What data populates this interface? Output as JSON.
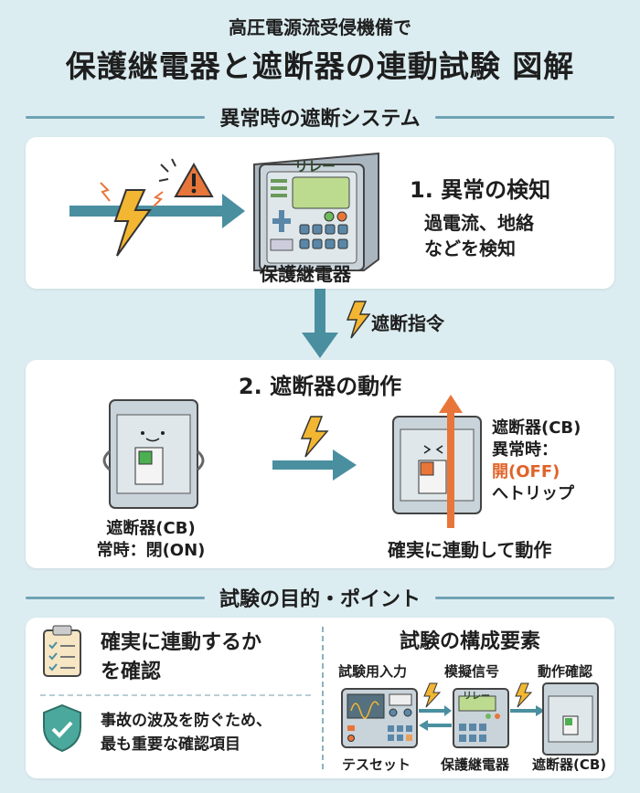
{
  "header": {
    "subtitle": "高圧電源流受侵機備で",
    "title": "保護継電器と遮断器の連動試験 図解"
  },
  "section1": {
    "title": "異常時の遮断システム",
    "relay_label": "保護継電器",
    "relay_screen": "リレー",
    "step1_title": "1. 異常の検知",
    "step1_desc_line1": "過電流、地絡",
    "step1_desc_line2": "などを検知",
    "command_label": "遮断指令",
    "step2_title": "2. 遮断器の動作",
    "cb_normal_line1": "遮断器(CB)",
    "cb_normal_line2": "常時：閉(ON)",
    "cb_trip_line1": "遮断器(CB)",
    "cb_trip_line2": "異常時：",
    "cb_trip_open": "開(OFF)",
    "cb_trip_line4": "へトリップ",
    "trip_caption": "確実に連動して動作"
  },
  "section2": {
    "title": "試験の目的・ポイント",
    "point1_line1": "確実に連動するか",
    "point1_line2": "を確認",
    "point2_line1": "事故の波及を防ぐため、",
    "point2_line2": "最も重要な確認項目",
    "components_title": "試験の構成要素",
    "comp": [
      {
        "top": "試験用入力",
        "bottom": "テスセット"
      },
      {
        "top": "模擬信号",
        "bottom": "保護継電器",
        "screen": "リレー"
      },
      {
        "top": "動作確認",
        "bottom": "遮断器(CB)"
      }
    ]
  },
  "colors": {
    "bg": "#dcedf1",
    "accent": "#4a8fa0",
    "warn": "#e8763a",
    "bolt": "#f2b632",
    "green": "#4caf50"
  }
}
